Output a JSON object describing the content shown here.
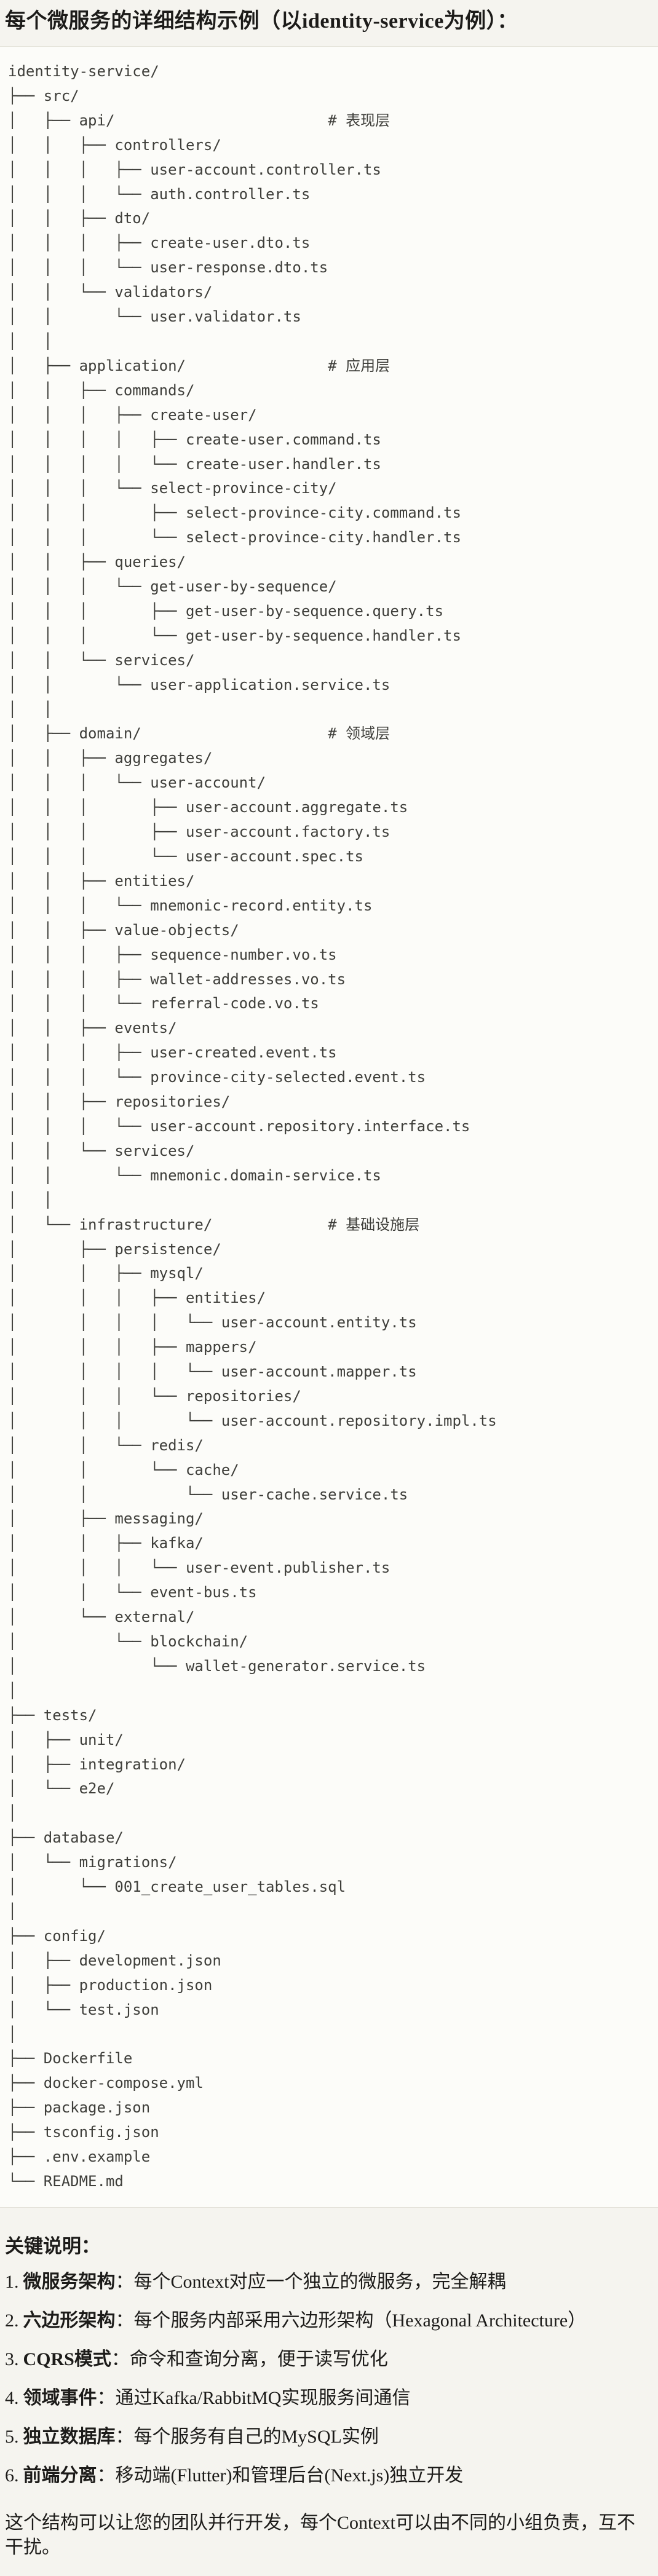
{
  "page": {
    "title": "每个微服务的详细结构示例（以identity-service为例）：",
    "background_color": "#f5f4ef",
    "code_background_color": "#fcfcf9",
    "border_color": "#e3e1d8"
  },
  "code_block": {
    "lines": [
      "identity-service/",
      "├── src/",
      "│   ├── api/                        # 表现层",
      "│   │   ├── controllers/",
      "│   │   │   ├── user-account.controller.ts",
      "│   │   │   └── auth.controller.ts",
      "│   │   ├── dto/",
      "│   │   │   ├── create-user.dto.ts",
      "│   │   │   └── user-response.dto.ts",
      "│   │   └── validators/",
      "│   │       └── user.validator.ts",
      "│   │",
      "│   ├── application/                # 应用层",
      "│   │   ├── commands/",
      "│   │   │   ├── create-user/",
      "│   │   │   │   ├── create-user.command.ts",
      "│   │   │   │   └── create-user.handler.ts",
      "│   │   │   └── select-province-city/",
      "│   │   │       ├── select-province-city.command.ts",
      "│   │   │       └── select-province-city.handler.ts",
      "│   │   ├── queries/",
      "│   │   │   └── get-user-by-sequence/",
      "│   │   │       ├── get-user-by-sequence.query.ts",
      "│   │   │       └── get-user-by-sequence.handler.ts",
      "│   │   └── services/",
      "│   │       └── user-application.service.ts",
      "│   │",
      "│   ├── domain/                     # 领域层",
      "│   │   ├── aggregates/",
      "│   │   │   └── user-account/",
      "│   │   │       ├── user-account.aggregate.ts",
      "│   │   │       ├── user-account.factory.ts",
      "│   │   │       └── user-account.spec.ts",
      "│   │   ├── entities/",
      "│   │   │   └── mnemonic-record.entity.ts",
      "│   │   ├── value-objects/",
      "│   │   │   ├── sequence-number.vo.ts",
      "│   │   │   ├── wallet-addresses.vo.ts",
      "│   │   │   └── referral-code.vo.ts",
      "│   │   ├── events/",
      "│   │   │   ├── user-created.event.ts",
      "│   │   │   └── province-city-selected.event.ts",
      "│   │   ├── repositories/",
      "│   │   │   └── user-account.repository.interface.ts",
      "│   │   └── services/",
      "│   │       └── mnemonic.domain-service.ts",
      "│   │",
      "│   └── infrastructure/             # 基础设施层",
      "│       ├── persistence/",
      "│       │   ├── mysql/",
      "│       │   │   ├── entities/",
      "│       │   │   │   └── user-account.entity.ts",
      "│       │   │   ├── mappers/",
      "│       │   │   │   └── user-account.mapper.ts",
      "│       │   │   └── repositories/",
      "│       │   │       └── user-account.repository.impl.ts",
      "│       │   └── redis/",
      "│       │       └── cache/",
      "│       │           └── user-cache.service.ts",
      "│       ├── messaging/",
      "│       │   ├── kafka/",
      "│       │   │   └── user-event.publisher.ts",
      "│       │   └── event-bus.ts",
      "│       └── external/",
      "│           └── blockchain/",
      "│               └── wallet-generator.service.ts",
      "│",
      "├── tests/",
      "│   ├── unit/",
      "│   ├── integration/",
      "│   └── e2e/",
      "│",
      "├── database/",
      "│   └── migrations/",
      "│       └── 001_create_user_tables.sql",
      "│",
      "├── config/",
      "│   ├── development.json",
      "│   ├── production.json",
      "│   └── test.json",
      "│",
      "├── Dockerfile",
      "├── docker-compose.yml",
      "├── package.json",
      "├── tsconfig.json",
      "├── .env.example",
      "└── README.md"
    ]
  },
  "notes": {
    "heading": "关键说明：",
    "items": [
      {
        "number": "1.",
        "label": "微服务架构",
        "colon": "：",
        "text": "每个Context对应一个独立的微服务，完全解耦"
      },
      {
        "number": "2.",
        "label": "六边形架构",
        "colon": "：",
        "text": "每个服务内部采用六边形架构（Hexagonal Architecture）"
      },
      {
        "number": "3.",
        "label": "CQRS模式",
        "colon": "：",
        "text": "命令和查询分离，便于读写优化"
      },
      {
        "number": "4.",
        "label": "领域事件",
        "colon": "：",
        "text": "通过Kafka/RabbitMQ实现服务间通信"
      },
      {
        "number": "5.",
        "label": "独立数据库",
        "colon": "：",
        "text": "每个服务有自己的MySQL实例"
      },
      {
        "number": "6.",
        "label": "前端分离",
        "colon": "：",
        "text": "移动端(Flutter)和管理后台(Next.js)独立开发"
      }
    ],
    "footer": "这个结构可以让您的团队并行开发，每个Context可以由不同的小组负责，互不干扰。"
  }
}
